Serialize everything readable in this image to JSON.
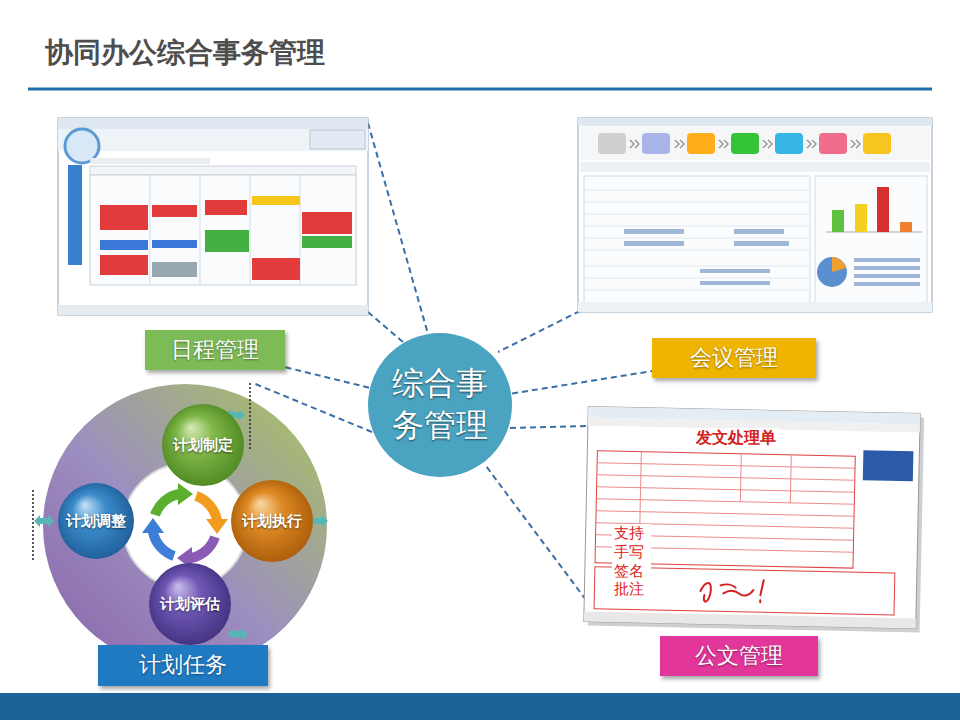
{
  "diagram": {
    "title": "协同办公综合事务管理",
    "nodes": [
      {
        "text": [
          "日程管理"
        ]
      },
      {
        "text": [
          "会议管理"
        ]
      },
      {
        "text": [
          "综合事 务管理"
        ]
      },
      {
        "text": [
          "计划制定"
        ]
      },
      {
        "text": [
          "计划调整"
        ]
      },
      {
        "text": [
          "计划执行"
        ]
      },
      {
        "text": [
          "计划评估"
        ]
      },
      {
        "text": [
          "公文管理"
        ]
      },
      {
        "text": [
          "计划任务"
        ]
      }
    ],
    "edges": [
      {
        "from": 2,
        "to": 0,
        "arrow": "none"
      },
      {
        "from": 2,
        "to": 1,
        "arrow": "none"
      }
    ],
    "labels": [
      "发文处理单",
      "支持 手写 签名 批注"
    ]
  }
}
